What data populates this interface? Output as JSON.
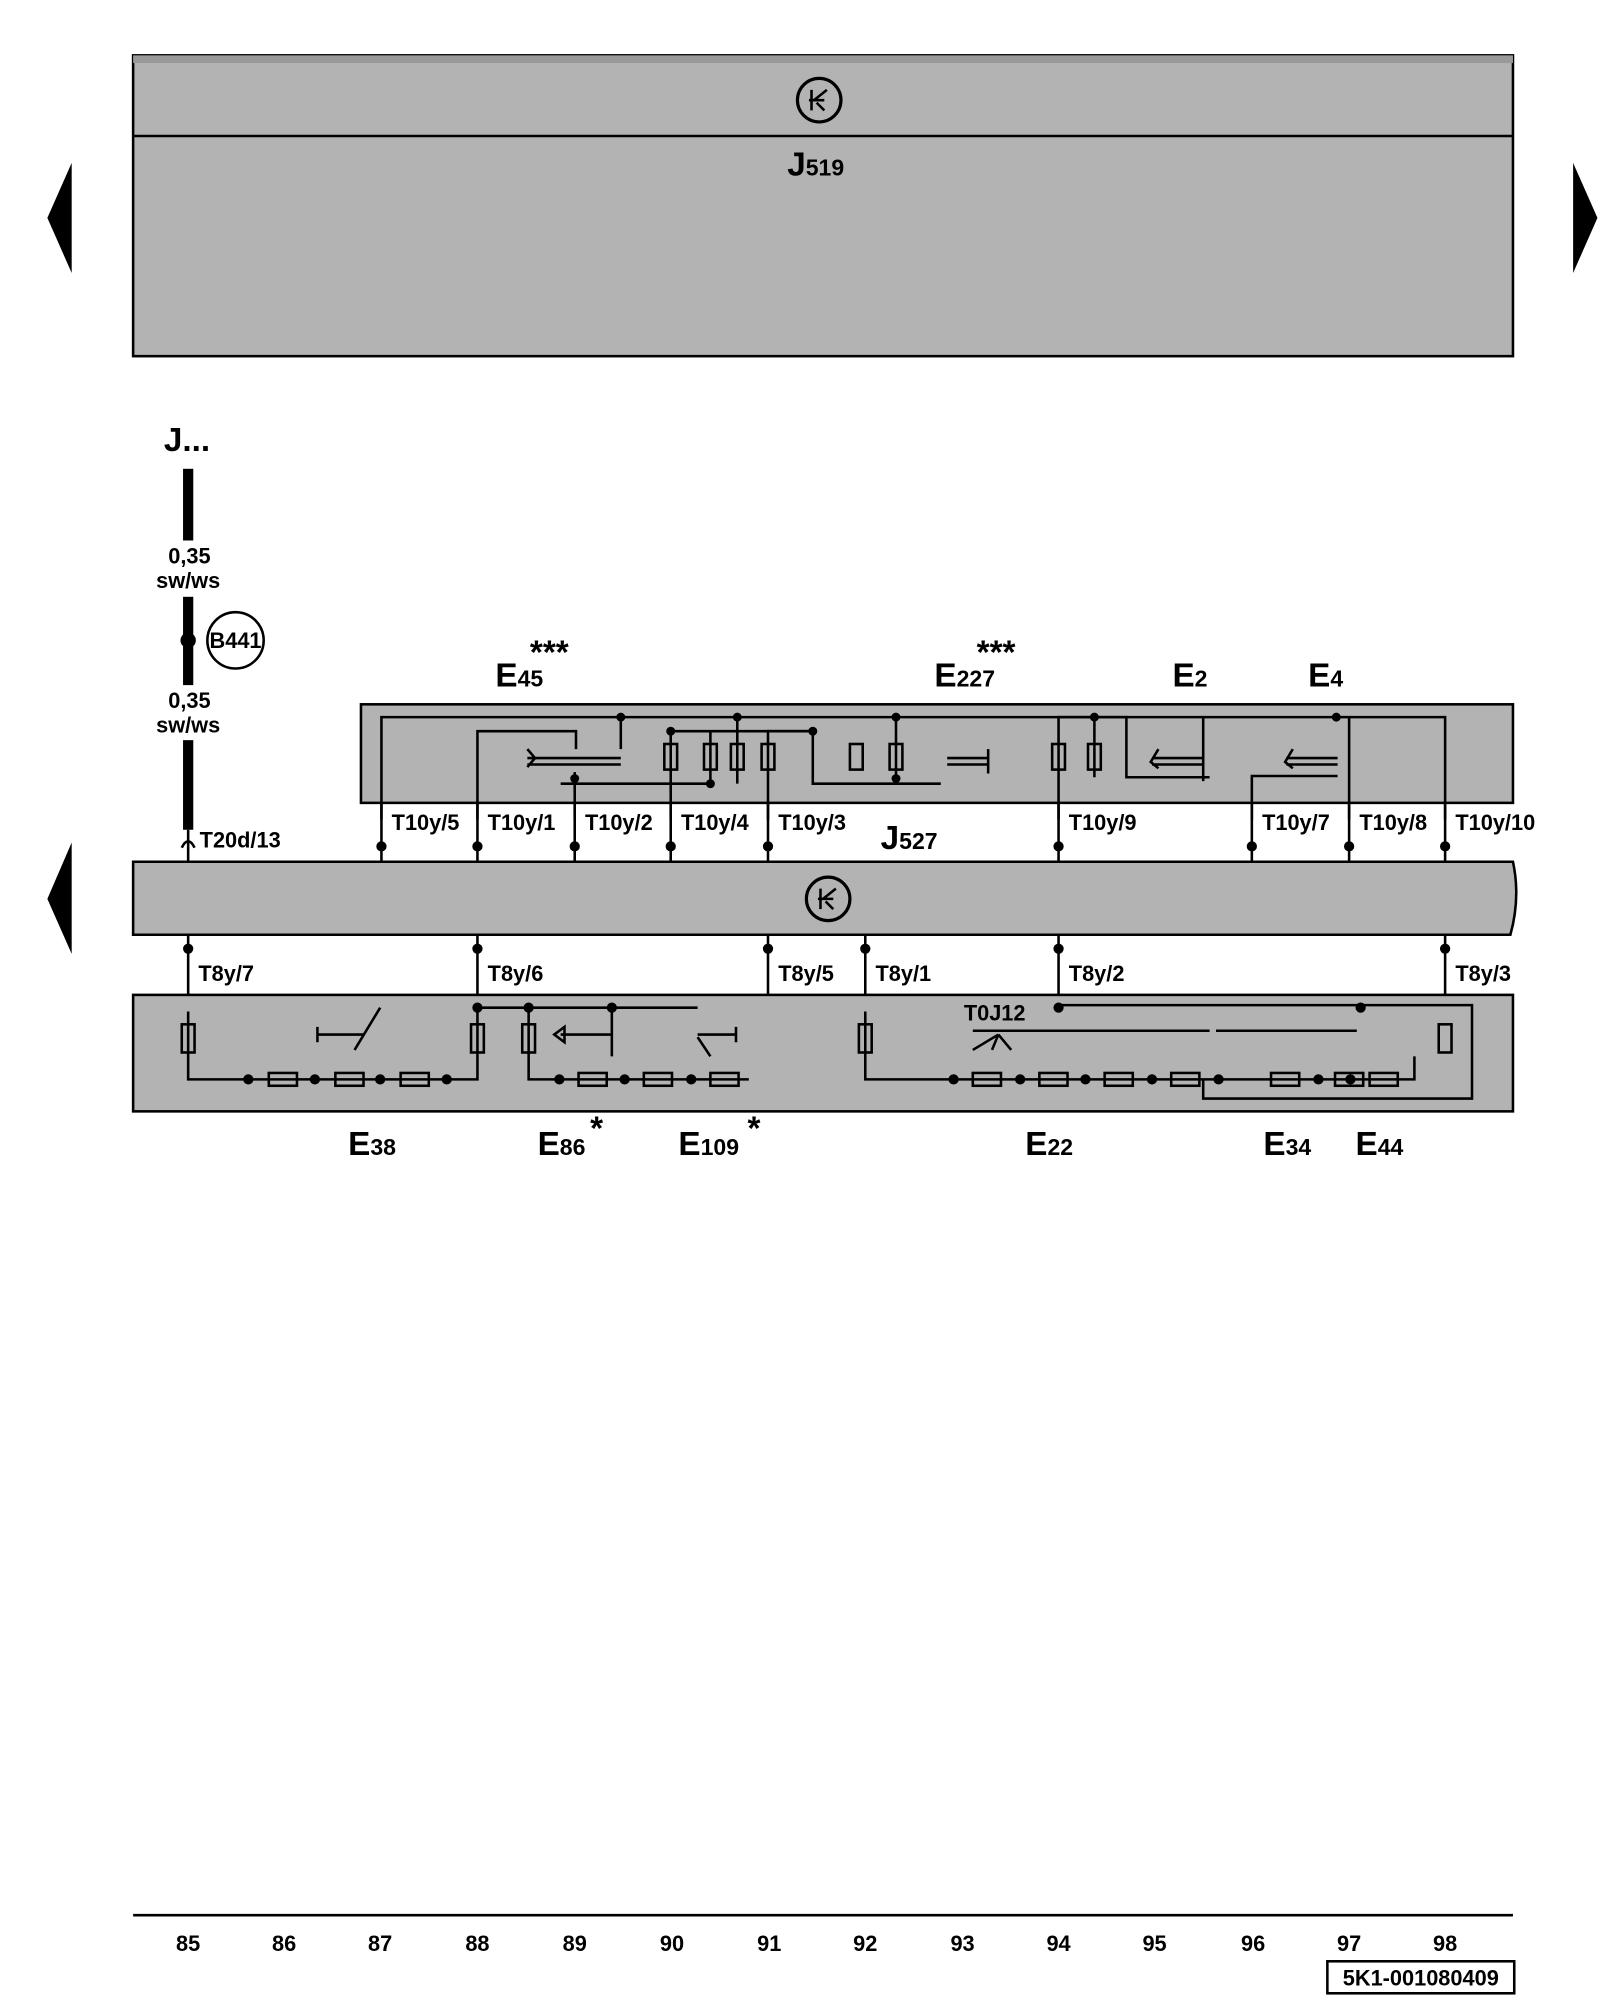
{
  "top_module": {
    "label": "J",
    "sub": "519"
  },
  "mid_module": {
    "label": "J",
    "sub": "527"
  },
  "source": {
    "label": "J...",
    "wire1_size": "0,35",
    "wire1_color": "sw/ws",
    "wire2_size": "0,35",
    "wire2_color": "sw/ws",
    "splice": "B441",
    "connector": "T20d/13"
  },
  "upper_connectors": [
    "T10y/5",
    "T10y/1",
    "T10y/2",
    "T10y/4",
    "T10y/3",
    "T10y/9",
    "T10y/7",
    "T10y/8",
    "T10y/10"
  ],
  "lower_connectors": [
    "T8y/7",
    "T8y/6",
    "T8y/5",
    "T8y/1",
    "T8y/2",
    "T8y/3"
  ],
  "upper_components": [
    {
      "label": "E",
      "sub": "45",
      "note": "***"
    },
    {
      "label": "E",
      "sub": "227",
      "note": "***"
    },
    {
      "label": "E",
      "sub": "2"
    },
    {
      "label": "E",
      "sub": "4"
    }
  ],
  "lower_components": [
    {
      "label": "E",
      "sub": "38"
    },
    {
      "label": "E",
      "sub": "86",
      "note": "*"
    },
    {
      "label": "E",
      "sub": "109",
      "note": "*"
    },
    {
      "label": "E",
      "sub": "22"
    },
    {
      "label": "E",
      "sub": "34"
    },
    {
      "label": "E",
      "sub": "44"
    }
  ],
  "internal_label": "T0J12",
  "track_numbers": [
    "85",
    "86",
    "87",
    "88",
    "89",
    "90",
    "91",
    "92",
    "93",
    "94",
    "95",
    "96",
    "97",
    "98"
  ],
  "document_id": "5K1-001080409"
}
